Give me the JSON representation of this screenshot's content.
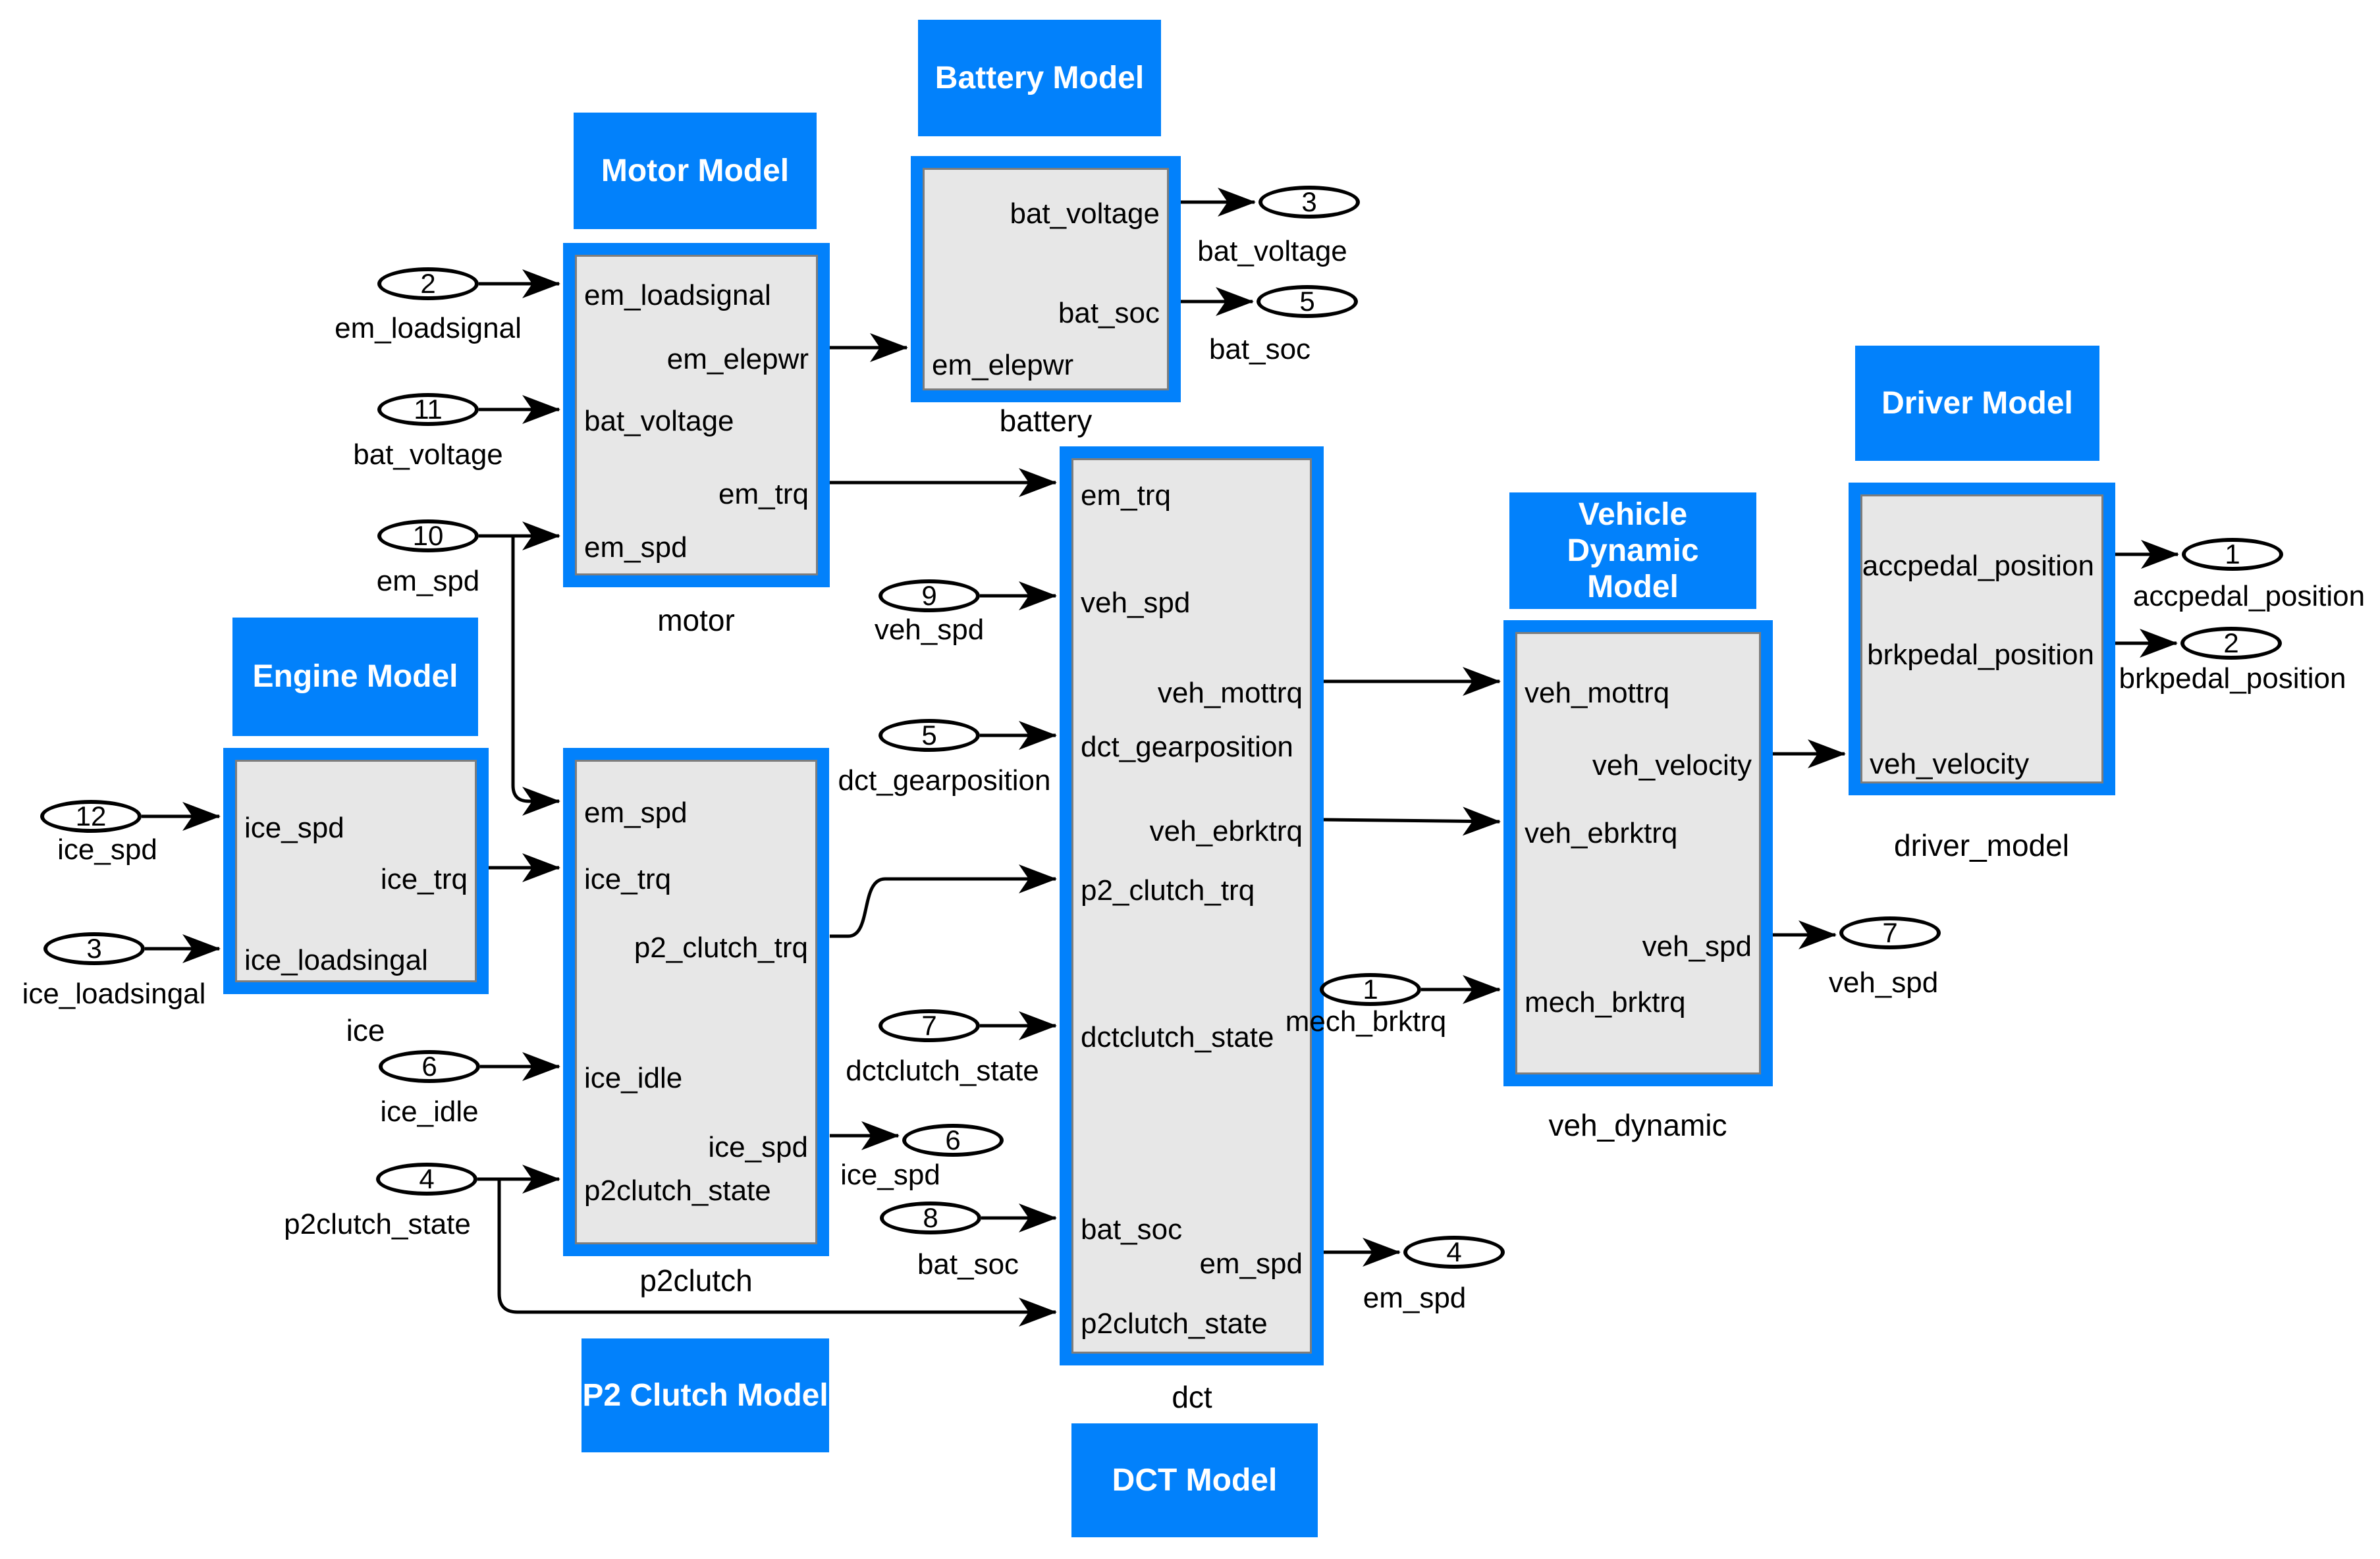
{
  "colors": {
    "accent": "#0281fb",
    "block_fill": "#e7e7e7",
    "block_inner_border": "#7d7d7d",
    "wire": "#000000",
    "title_text": "#ffffff",
    "label_text": "#000000",
    "background": "#ffffff"
  },
  "models": {
    "motor": {
      "title": "Motor Model",
      "caption": "motor",
      "inputs": [
        "em_loadsignal",
        "bat_voltage",
        "em_spd"
      ],
      "outputs": [
        "em_elepwr",
        "em_trq"
      ]
    },
    "battery": {
      "title": "Battery Model",
      "caption": "battery",
      "inputs": [
        "em_elepwr"
      ],
      "outputs": [
        "bat_voltage",
        "bat_soc"
      ]
    },
    "engine": {
      "title": "Engine Model",
      "caption": "ice",
      "inputs": [
        "ice_spd",
        "ice_loadsingal"
      ],
      "outputs": [
        "ice_trq"
      ]
    },
    "p2clutch": {
      "title": "P2 Clutch Model",
      "caption": "p2clutch",
      "inputs": [
        "em_spd",
        "ice_trq",
        "ice_idle",
        "p2clutch_state"
      ],
      "outputs": [
        "p2_clutch_trq",
        "ice_spd"
      ]
    },
    "dct": {
      "title": "DCT Model",
      "caption": "dct",
      "inputs": [
        "em_trq",
        "veh_spd",
        "dct_gearposition",
        "p2_clutch_trq",
        "dctclutch_state",
        "bat_soc",
        "p2clutch_state"
      ],
      "outputs": [
        "veh_mottrq",
        "veh_ebrktrq",
        "em_spd"
      ]
    },
    "veh_dynamic": {
      "title": "Vehicle Dynamic Model",
      "title_lines": [
        "Vehicle Dynamic",
        "Model"
      ],
      "caption": "veh_dynamic",
      "inputs": [
        "veh_mottrq",
        "veh_ebrktrq",
        "mech_brktrq"
      ],
      "outputs": [
        "veh_velocity",
        "veh_spd"
      ]
    },
    "driver": {
      "title": "Driver Model",
      "caption": "driver_model",
      "inputs": [
        "veh_velocity"
      ],
      "outputs": [
        "accpedal_position",
        "brkpedal_position"
      ]
    }
  },
  "inports": {
    "em_loadsignal": {
      "num": "2",
      "label": "em_loadsignal"
    },
    "bat_voltage": {
      "num": "11",
      "label": "bat_voltage"
    },
    "em_spd": {
      "num": "10",
      "label": "em_spd"
    },
    "ice_spd": {
      "num": "12",
      "label": "ice_spd"
    },
    "ice_loadsingal": {
      "num": "3",
      "label": "ice_loadsingal"
    },
    "ice_idle": {
      "num": "6",
      "label": "ice_idle"
    },
    "p2clutch_state": {
      "num": "4",
      "label": "p2clutch_state"
    },
    "veh_spd": {
      "num": "9",
      "label": "veh_spd"
    },
    "dct_gearposition": {
      "num": "5",
      "label": "dct_gearposition"
    },
    "dctclutch_state": {
      "num": "7",
      "label": "dctclutch_state"
    },
    "bat_soc": {
      "num": "8",
      "label": "bat_soc"
    },
    "mech_brktrq": {
      "num": "1",
      "label": "mech_brktrq"
    }
  },
  "outports": {
    "bat_voltage": {
      "num": "3",
      "label": "bat_voltage"
    },
    "bat_soc": {
      "num": "5",
      "label": "bat_soc"
    },
    "ice_spd": {
      "num": "6",
      "label": "ice_spd"
    },
    "em_spd": {
      "num": "4",
      "label": "em_spd"
    },
    "veh_spd": {
      "num": "7",
      "label": "veh_spd"
    },
    "accpedal_position": {
      "num": "1",
      "label": "accpedal_position"
    },
    "brkpedal_position": {
      "num": "2",
      "label": "brkpedal_position"
    }
  }
}
